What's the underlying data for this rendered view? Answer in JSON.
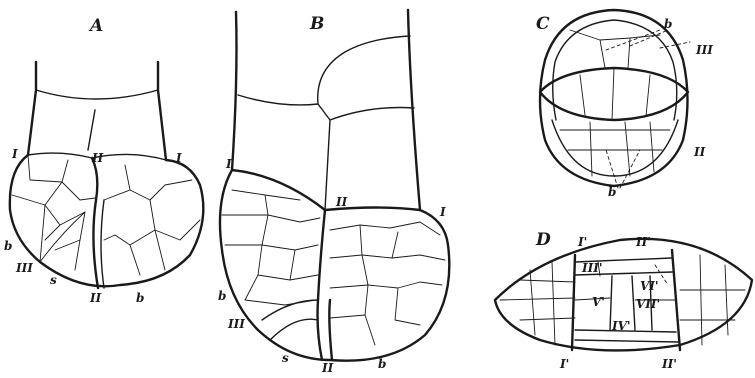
{
  "figure": {
    "panel_a": {
      "title": "A",
      "labels": {
        "i_left": "I",
        "i_right": "I",
        "ii_top": "II",
        "ii_bottom": "II",
        "iii": "III",
        "b_left": "b",
        "b_right": "b",
        "s": "s"
      }
    },
    "panel_b": {
      "title": "B",
      "labels": {
        "i_left": "I",
        "i_right": "I",
        "ii_top": "II",
        "ii_bottom": "II",
        "iii": "III",
        "b_left": "b",
        "b_right": "b",
        "s": "s"
      }
    },
    "panel_c": {
      "title": "C",
      "labels": {
        "b_top": "b",
        "iii": "III",
        "ii": "II",
        "b_bottom": "b"
      }
    },
    "panel_d": {
      "title": "D",
      "labels": {
        "i_prime_top": "I'",
        "ii_prime_top": "II'",
        "iii_prime": "III'",
        "vi_prime": "VI'",
        "v_prime": "V'",
        "vii_prime": "VII'",
        "iv_prime": "IV'",
        "i_prime_bottom": "I'",
        "ii_prime_bottom": "II'"
      }
    }
  }
}
